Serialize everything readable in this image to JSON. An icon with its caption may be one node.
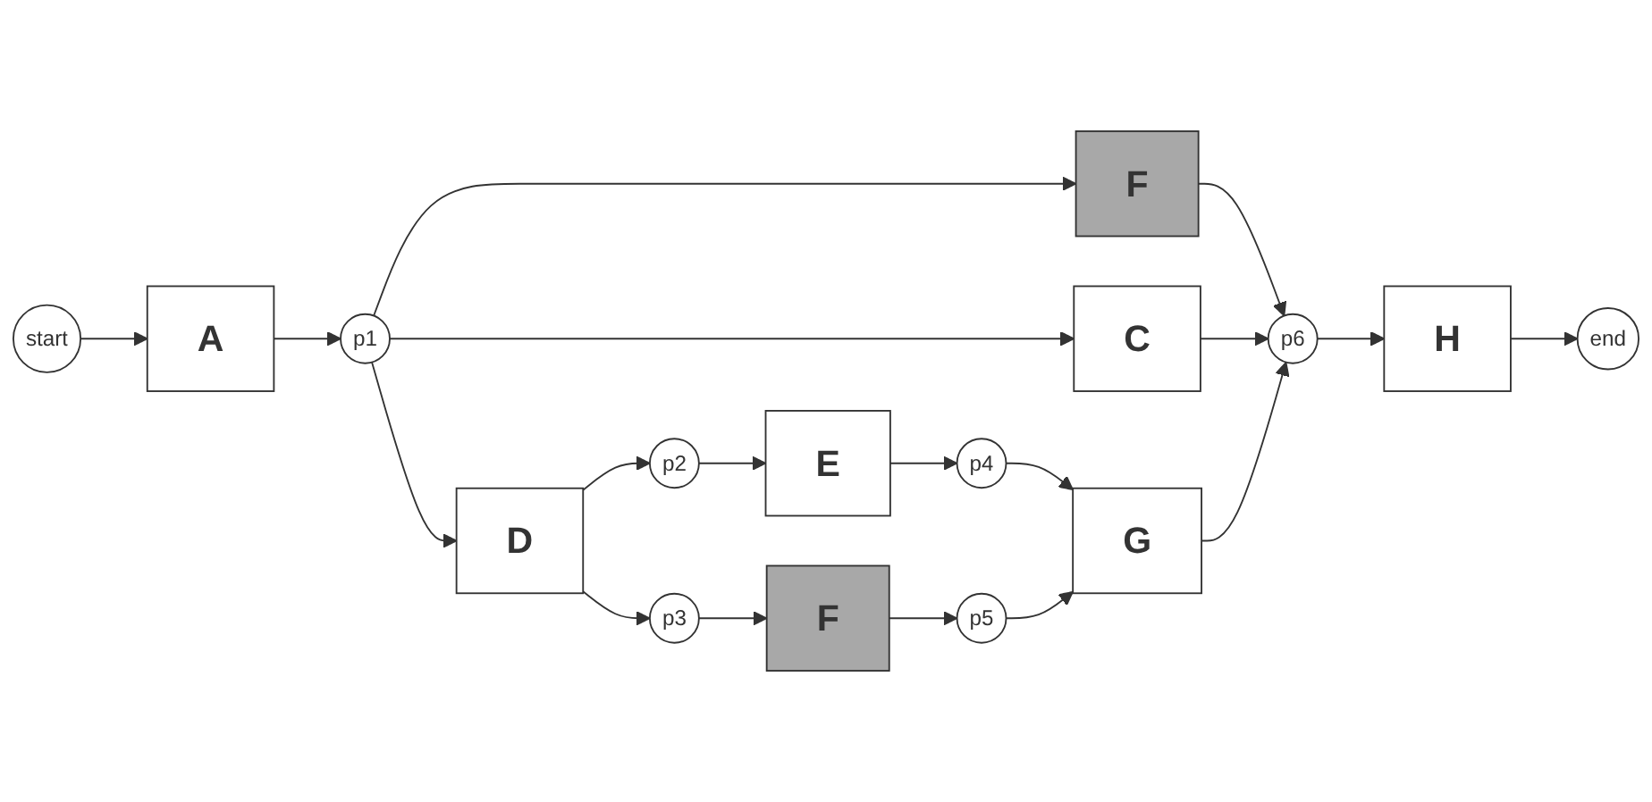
{
  "diagram": {
    "nodes": [
      {
        "text": [
          "F"
        ]
      },
      {
        "text": [
          "start"
        ]
      },
      {
        "text": [
          "A"
        ]
      },
      {
        "text": [
          "p1"
        ]
      },
      {
        "text": [
          "C"
        ]
      },
      {
        "text": [
          "p6"
        ]
      },
      {
        "text": [
          "H"
        ]
      },
      {
        "text": [
          "end"
        ]
      },
      {
        "text": [
          "p2"
        ]
      },
      {
        "text": [
          "E"
        ]
      },
      {
        "text": [
          "p4"
        ]
      },
      {
        "text": [
          "D"
        ]
      },
      {
        "text": [
          "G"
        ]
      },
      {
        "text": [
          "p3"
        ]
      },
      {
        "text": [
          "F"
        ]
      },
      {
        "text": [
          "p5"
        ]
      }
    ],
    "edges": [
      {
        "from": 1,
        "to": 2,
        "arrow": "to"
      },
      {
        "from": 2,
        "to": 3,
        "arrow": "to"
      },
      {
        "from": 3,
        "to": 0,
        "arrow": "to"
      },
      {
        "from": 3,
        "to": 4,
        "arrow": "to"
      },
      {
        "from": 3,
        "to": 11,
        "arrow": "to"
      },
      {
        "from": 0,
        "to": 5,
        "arrow": "to"
      },
      {
        "from": 4,
        "to": 5,
        "arrow": "to"
      },
      {
        "from": 5,
        "to": 6,
        "arrow": "to"
      },
      {
        "from": 6,
        "to": 7,
        "arrow": "to"
      },
      {
        "from": 11,
        "to": 8,
        "arrow": "to"
      },
      {
        "from": 8,
        "to": 9,
        "arrow": "to"
      },
      {
        "from": 9,
        "to": 10,
        "arrow": "to"
      },
      {
        "from": 10,
        "to": 12,
        "arrow": "to"
      },
      {
        "from": 11,
        "to": 13,
        "arrow": "to"
      },
      {
        "from": 13,
        "to": 14,
        "arrow": "to"
      },
      {
        "from": 14,
        "to": 15,
        "arrow": "to"
      },
      {
        "from": 15,
        "to": 12,
        "arrow": "to"
      },
      {
        "from": 12,
        "to": 5,
        "arrow": "to"
      }
    ]
  }
}
